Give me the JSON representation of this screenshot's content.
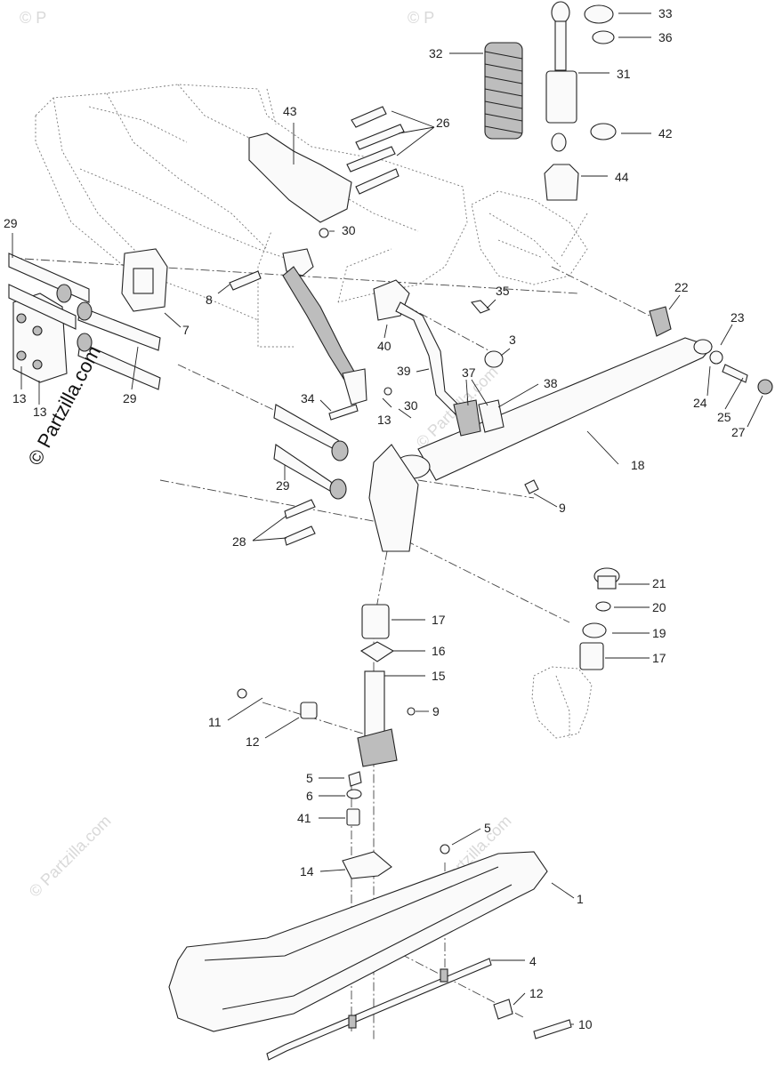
{
  "watermark": {
    "main": "© Partzilla.com",
    "faint": "© Partzilla.com",
    "faint_top_left": "© P",
    "faint_top_mid": "© P"
  },
  "callouts": {
    "c1": "1",
    "c3": "3",
    "c4": "4",
    "c5a": "5",
    "c5b": "5",
    "c6": "6",
    "c7": "7",
    "c8": "8",
    "c9a": "9",
    "c9b": "9",
    "c10": "10",
    "c11": "11",
    "c12a": "12",
    "c12b": "12",
    "c13a": "13",
    "c13b": "13",
    "c13c": "13",
    "c14": "14",
    "c15": "15",
    "c16": "16",
    "c17a": "17",
    "c17b": "17",
    "c18": "18",
    "c19": "19",
    "c20": "20",
    "c21": "21",
    "c22": "22",
    "c23": "23",
    "c24": "24",
    "c25": "25",
    "c26": "26",
    "c27": "27",
    "c28": "28",
    "c29a": "29",
    "c29b": "29",
    "c29c": "29",
    "c30a": "30",
    "c30b": "30",
    "c31": "31",
    "c32": "32",
    "c33": "33",
    "c34": "34",
    "c35": "35",
    "c36": "36",
    "c37": "37",
    "c38": "38",
    "c39": "39",
    "c40": "40",
    "c41": "41",
    "c42": "42",
    "c43": "43",
    "c44": "44"
  }
}
